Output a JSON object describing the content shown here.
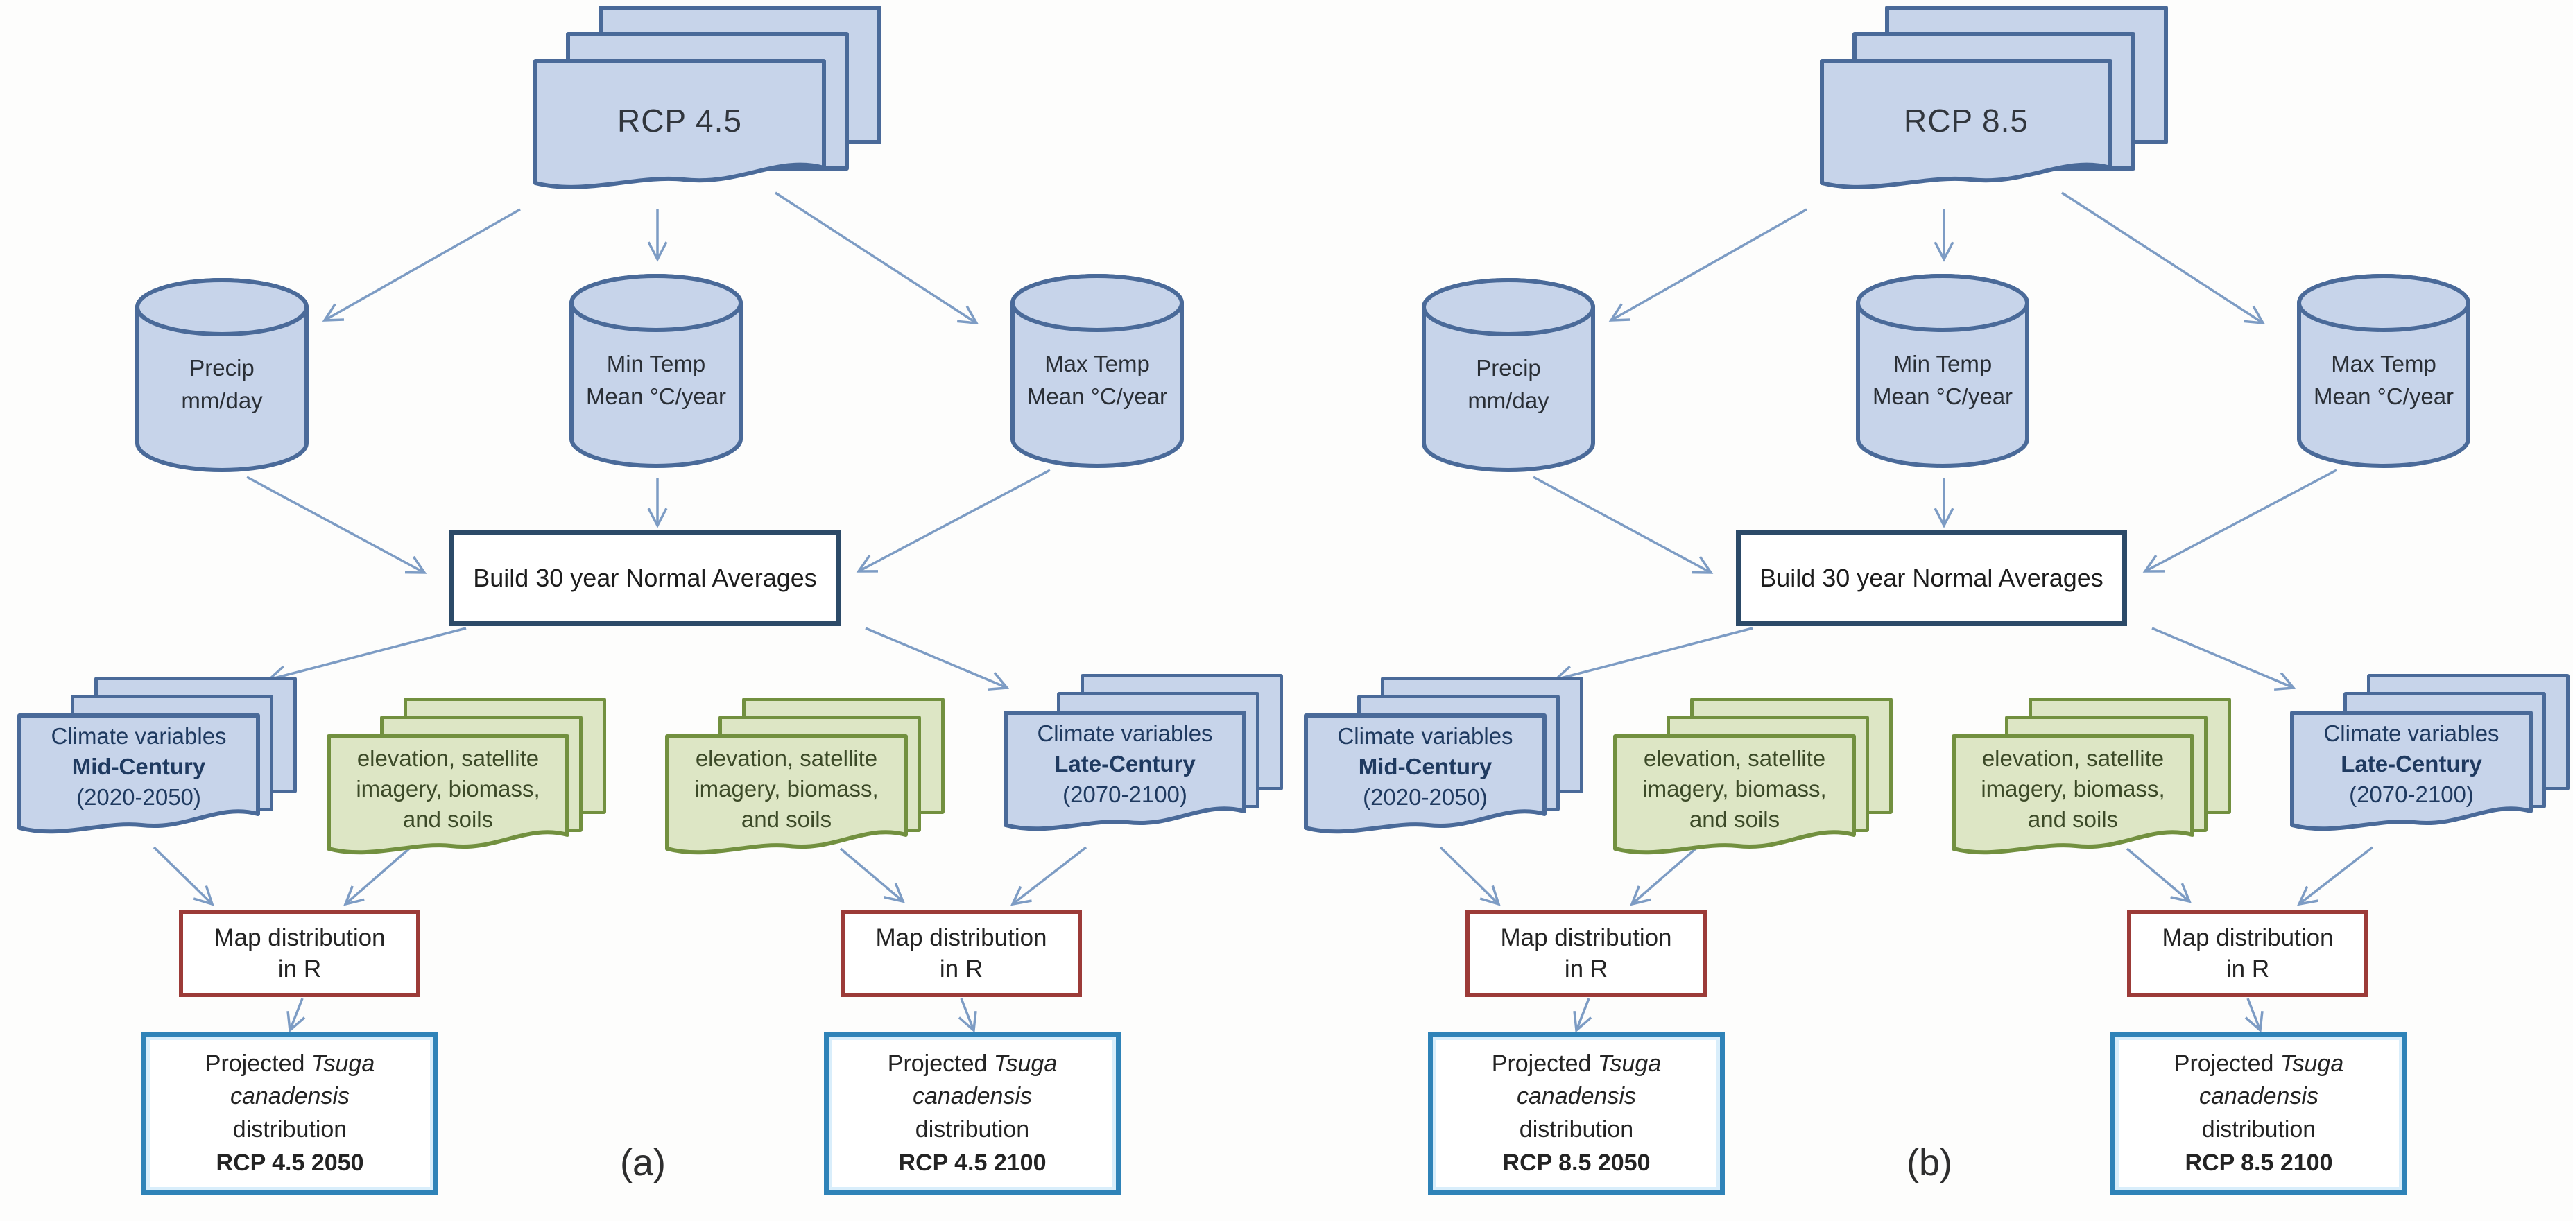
{
  "colors": {
    "blue_fill": "#c7d4ea",
    "blue_border": "#4a6a99",
    "process_border": "#2c4a68",
    "green_fill": "#dde6c5",
    "green_border": "#72903f",
    "map_box_border": "#9c3b38",
    "output_box_border": "#2f83b8",
    "arrow": "#7d9cc4"
  },
  "panels": [
    {
      "id": "a",
      "caption": "(a)",
      "source_label": "RCP 4.5",
      "cylinders": [
        {
          "l1": "Precip",
          "l2": "mm/day"
        },
        {
          "l1": "Min Temp",
          "l2": "Mean °C/year"
        },
        {
          "l1": "Max Temp",
          "l2": "Mean °C/year"
        }
      ],
      "process_label": "Build 30 year Normal Averages",
      "doc_mid": {
        "l1": "Climate variables",
        "l2": "Mid-Century",
        "l3": "(2020-2050)"
      },
      "doc_env1": {
        "l1": "elevation, satellite",
        "l2": "imagery, biomass,",
        "l3": "and soils"
      },
      "doc_env2": {
        "l1": "elevation, satellite",
        "l2": "imagery, biomass,",
        "l3": "and soils"
      },
      "doc_late": {
        "l1": "Climate variables",
        "l2": "Late-Century",
        "l3": "(2070-2100)"
      },
      "map_l1": "Map distribution",
      "map_l2": "in R",
      "out_left": {
        "l1a": "Projected ",
        "l1b": "Tsuga",
        "l2": "canadensis",
        "l3": "distribution",
        "l4": "RCP 4.5 2050"
      },
      "out_right": {
        "l1a": "Projected ",
        "l1b": "Tsuga",
        "l2": "canadensis",
        "l3": "distribution",
        "l4": "RCP 4.5 2100"
      }
    },
    {
      "id": "b",
      "caption": "(b)",
      "source_label": "RCP 8.5",
      "cylinders": [
        {
          "l1": "Precip",
          "l2": "mm/day"
        },
        {
          "l1": "Min Temp",
          "l2": "Mean °C/year"
        },
        {
          "l1": "Max Temp",
          "l2": "Mean °C/year"
        }
      ],
      "process_label": "Build 30 year Normal Averages",
      "doc_mid": {
        "l1": "Climate variables",
        "l2": "Mid-Century",
        "l3": "(2020-2050)"
      },
      "doc_env1": {
        "l1": "elevation, satellite",
        "l2": "imagery, biomass,",
        "l3": "and soils"
      },
      "doc_env2": {
        "l1": "elevation, satellite",
        "l2": "imagery, biomass,",
        "l3": "and soils"
      },
      "doc_late": {
        "l1": "Climate variables",
        "l2": "Late-Century",
        "l3": "(2070-2100)"
      },
      "map_l1": "Map distribution",
      "map_l2": "in R",
      "out_left": {
        "l1a": "Projected ",
        "l1b": "Tsuga",
        "l2": "canadensis",
        "l3": "distribution",
        "l4": "RCP 8.5 2050"
      },
      "out_right": {
        "l1a": "Projected ",
        "l1b": "Tsuga",
        "l2": "canadensis",
        "l3": "distribution",
        "l4": "RCP 8.5 2100"
      }
    }
  ]
}
